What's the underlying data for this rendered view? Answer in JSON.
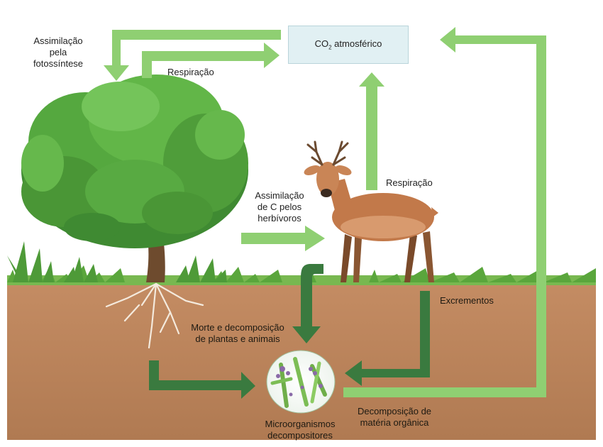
{
  "labels": {
    "co2_main": "CO",
    "co2_sub": "2",
    "co2_rest": " atmosférico",
    "assimilacao_fotossintese": [
      "Assimilação",
      "pela",
      "fotossíntese"
    ],
    "respiracao_planta": "Respiração",
    "respiracao_animal": "Respiração",
    "assimilacao_herbivoros": [
      "Assimilação",
      "de C pelos",
      "herbívoros"
    ],
    "excrementos": "Excrementos",
    "morte_decomposicao": [
      "Morte e decomposição",
      "de plantas e animais"
    ],
    "microorganismos": [
      "Microorganismos",
      "decompositores"
    ],
    "decomposicao_materia": [
      "Decomposição de",
      "matéria orgânica"
    ]
  },
  "colors": {
    "light_arrow": "#8fcf72",
    "dark_arrow": "#3a7a3f",
    "sky": "#ffffff",
    "soil": "#b8815a",
    "grass": "#5aa63c",
    "co2_box": "#e1f0f3"
  },
  "icons": [
    "tree-icon",
    "deer-icon",
    "microorganisms-icon",
    "grass-icon"
  ]
}
